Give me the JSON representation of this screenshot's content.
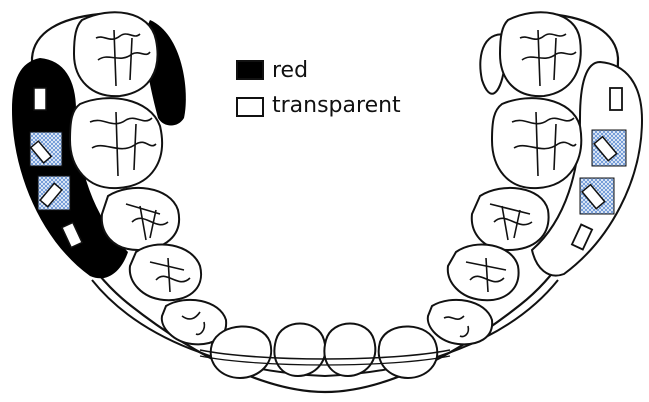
{
  "legend": {
    "items": [
      {
        "key": "red",
        "label": "red",
        "swatch_fill": "#000000"
      },
      {
        "key": "transparent",
        "label": "transparent",
        "swatch_fill": "#ffffff"
      }
    ]
  },
  "colors": {
    "line": "#111111",
    "red_part": "#000000",
    "transparent_part": "#ffffff",
    "hatch": "#6c97d6",
    "background": "#ffffff"
  }
}
